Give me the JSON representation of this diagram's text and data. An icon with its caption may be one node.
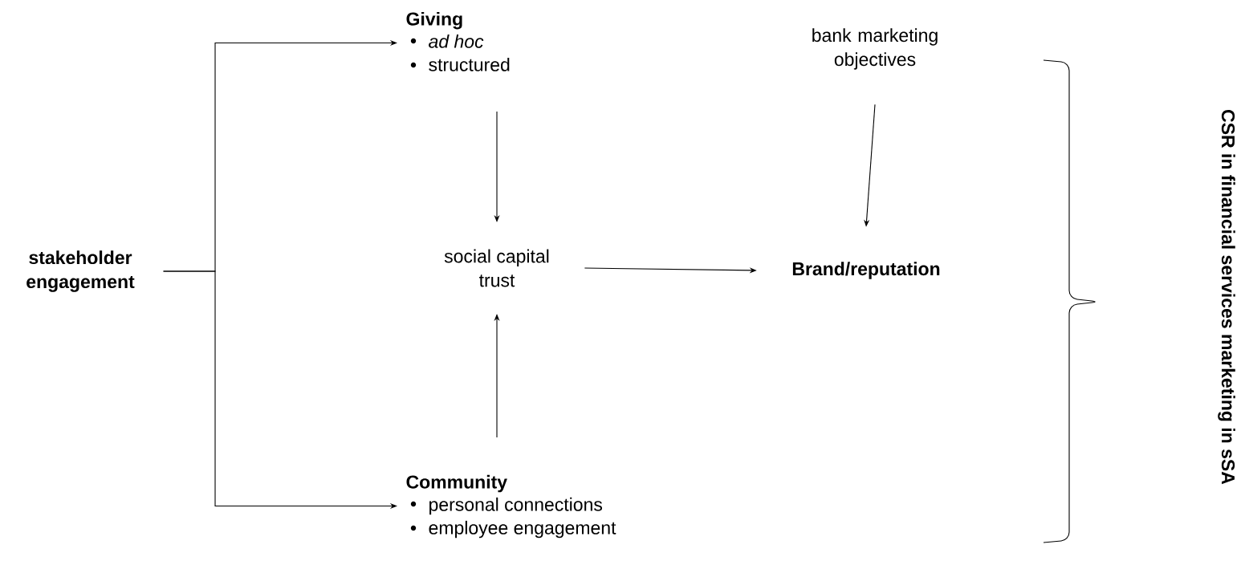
{
  "diagram": {
    "nodes": [
      {
        "text": [
          "stakeholder engagement"
        ]
      },
      {
        "text": [
          "Giving",
          "ad hoc",
          "structured"
        ]
      },
      {
        "text": [
          "social capital",
          "trust"
        ]
      },
      {
        "text": [
          "Community",
          "personal connections",
          "employee engagement"
        ]
      },
      {
        "text": [
          "bank marketing objectives"
        ]
      },
      {
        "text": [
          "Brand/reputation"
        ]
      }
    ],
    "edges": [
      {
        "from": 0,
        "to": 1,
        "arrow": "to"
      },
      {
        "from": 0,
        "to": 3,
        "arrow": "to"
      },
      {
        "from": 1,
        "to": 2,
        "arrow": "to"
      },
      {
        "from": 3,
        "to": 2,
        "arrow": "to"
      },
      {
        "from": 2,
        "to": 5,
        "arrow": "to"
      },
      {
        "from": 4,
        "to": 5,
        "arrow": "to"
      }
    ],
    "labels": [
      "CSR in financial services marketing in sSA"
    ]
  }
}
